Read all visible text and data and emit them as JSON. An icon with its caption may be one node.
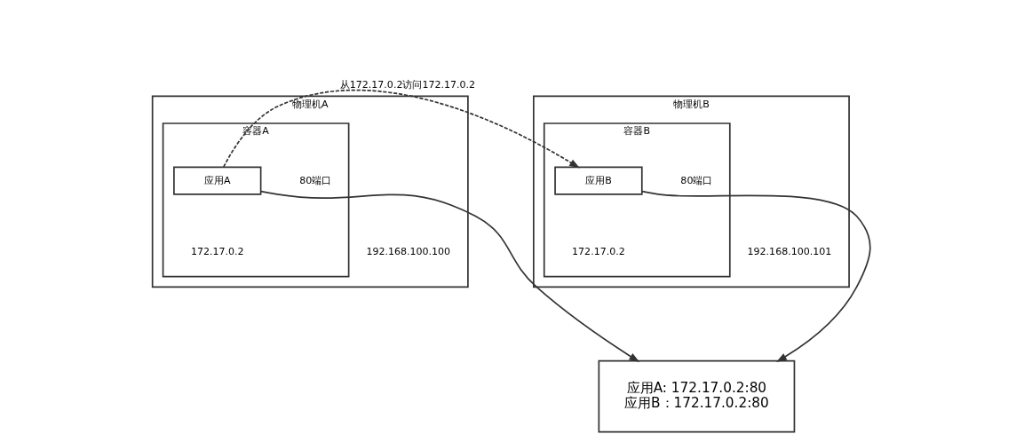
{
  "diagram": {
    "nodes": [
      {
        "text": [
          "物理机A",
          "192.168.100.100"
        ]
      },
      {
        "text": [
          "容器A",
          "172.17.0.2"
        ],
        "in": 0
      },
      {
        "text": [
          "应用A"
        ],
        "in": 1,
        "beside": [
          "80端口"
        ]
      },
      {
        "text": [
          "物理机B",
          "192.168.100.101"
        ]
      },
      {
        "text": [
          "容器B",
          "172.17.0.2"
        ],
        "in": 3
      },
      {
        "text": [
          "应用B"
        ],
        "in": 4,
        "beside": [
          "80端口"
        ]
      },
      {
        "text": [
          "应用A: 172.17.0.2:80",
          "应用B：172.17.0.2:80"
        ]
      }
    ],
    "edges": [
      {
        "from": 2,
        "to": 5,
        "arrow": "to",
        "label": "从172.17.0.2访问172.17.0.2",
        "style": "dashed"
      },
      {
        "from": 2,
        "to": 6,
        "arrow": "to"
      },
      {
        "from": 5,
        "to": 6,
        "arrow": "to"
      }
    ]
  }
}
